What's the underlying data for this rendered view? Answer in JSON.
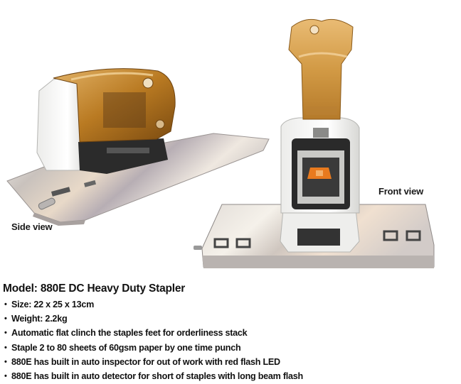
{
  "captions": {
    "side": "Side view",
    "front": "Front view"
  },
  "product": {
    "model": "Model: 880E DC Heavy Duty Stapler",
    "features": [
      "Size: 22 x 25 x 13cm",
      "Weight: 2.2kg",
      "Automatic flat clinch the staples feet for orderliness stack",
      "Staple 2 to 80 sheets of 60gsm paper by one time punch",
      "880E has built in auto inspector for out of work with red flash LED",
      "880E has built in auto detector for short of staples with long beam flash"
    ]
  },
  "colors": {
    "cover": "#c98a2a",
    "body": "#e9e9e6",
    "plate": "#d8d6d2"
  }
}
